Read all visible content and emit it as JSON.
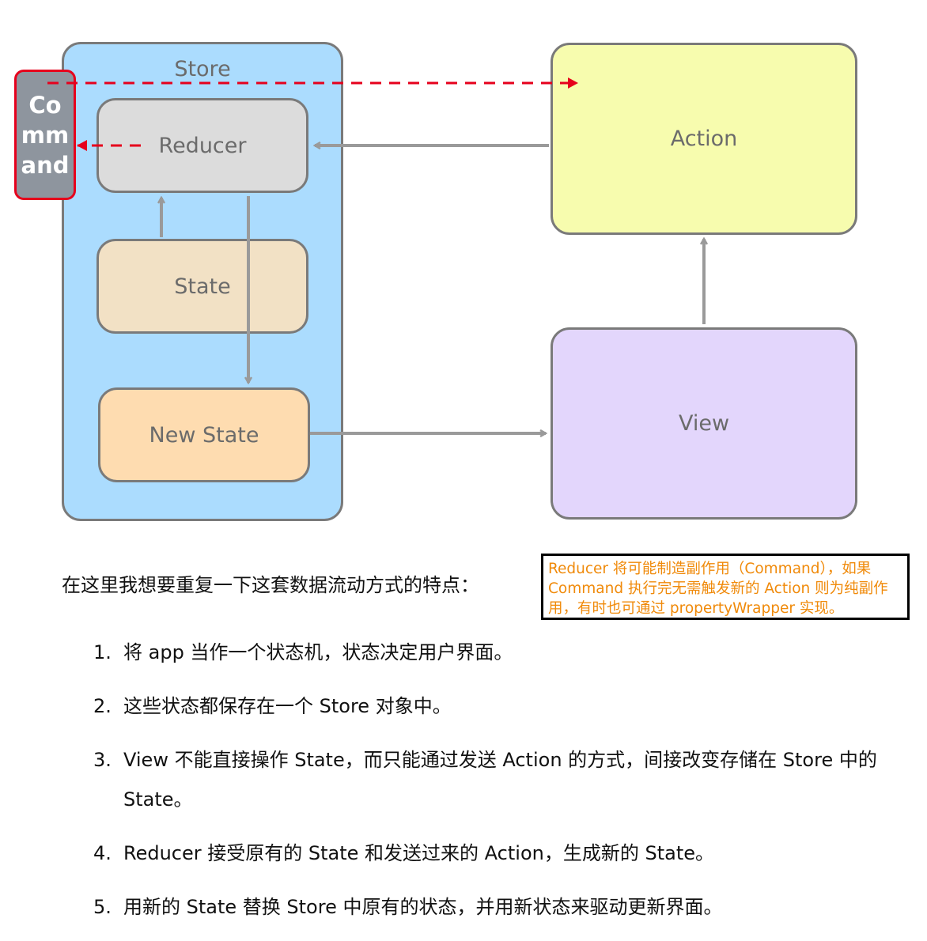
{
  "diagram": {
    "store_label": "Store",
    "reducer_label": "Reducer",
    "state_label": "State",
    "new_state_label": "New State",
    "action_label": "Action",
    "view_label": "View",
    "command_label": "Co mm and",
    "colors": {
      "store": "#abdcfe",
      "reducer": "#dcdcdc",
      "state": "#f2e1c5",
      "new_state": "#fedcb0",
      "action": "#f7fcae",
      "view": "#e3d6fc",
      "command": "#8e959e",
      "command_border": "#e6001c",
      "arrow_gray": "#9a9a9a",
      "arrow_red": "#e6001c"
    }
  },
  "text": {
    "intro": "在这里我想要重复一下这套数据流动方式的特点：",
    "note": "Reducer 将可能制造副作用（Command），如果 Command 执行完无需触发新的 Action 则为纯副作用，有时也可通过 propertyWrapper 实现。",
    "items": [
      {
        "num": "1.",
        "text": "将 app 当作一个状态机，状态决定用户界面。"
      },
      {
        "num": "2.",
        "text": "这些状态都保存在一个 Store 对象中。"
      },
      {
        "num": "3.",
        "text": "View 不能直接操作 State，而只能通过发送 Action 的方式，间接改变存储在 Store 中的 State。"
      },
      {
        "num": "4.",
        "text": "Reducer 接受原有的 State 和发送过来的 Action，生成新的 State。"
      },
      {
        "num": "5.",
        "text": "用新的 State 替换 Store 中原有的状态，并用新状态来驱动更新界面。"
      }
    ]
  }
}
